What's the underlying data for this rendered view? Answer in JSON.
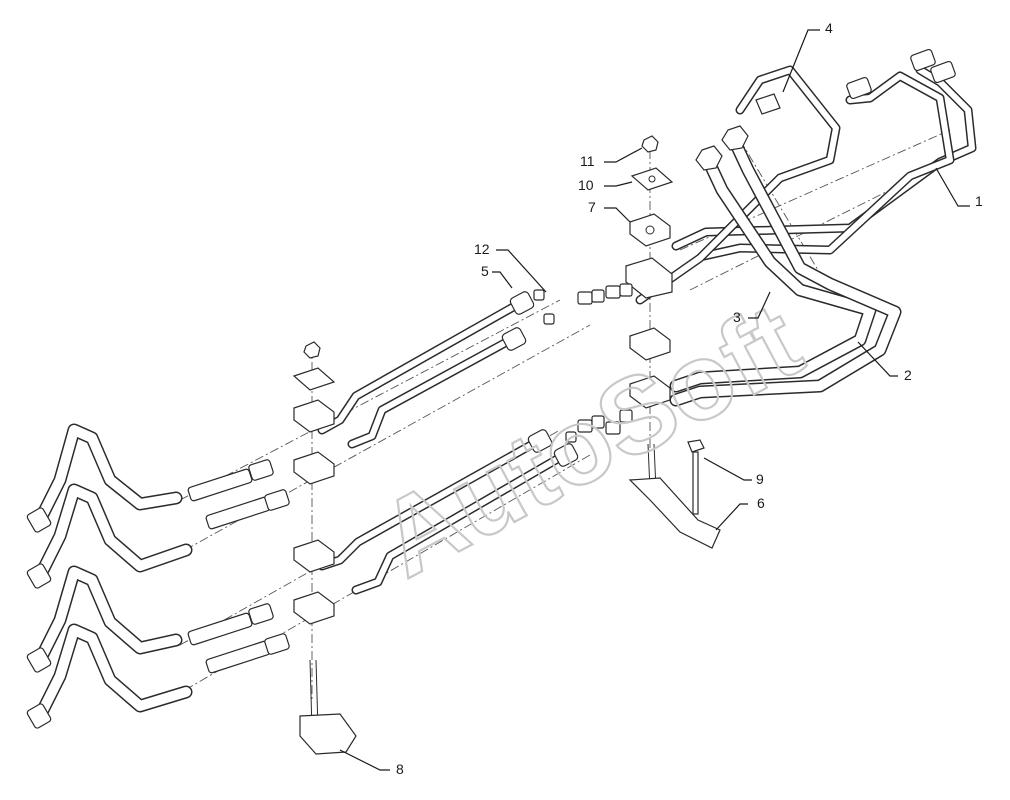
{
  "watermark": "AutoSoft",
  "callouts": {
    "c1": "1",
    "c2": "2",
    "c3": "3",
    "c4": "4",
    "c5": "5",
    "c6": "6",
    "c7": "7",
    "c8": "8",
    "c9": "9",
    "c10": "10",
    "c11": "11",
    "c12": "12"
  }
}
